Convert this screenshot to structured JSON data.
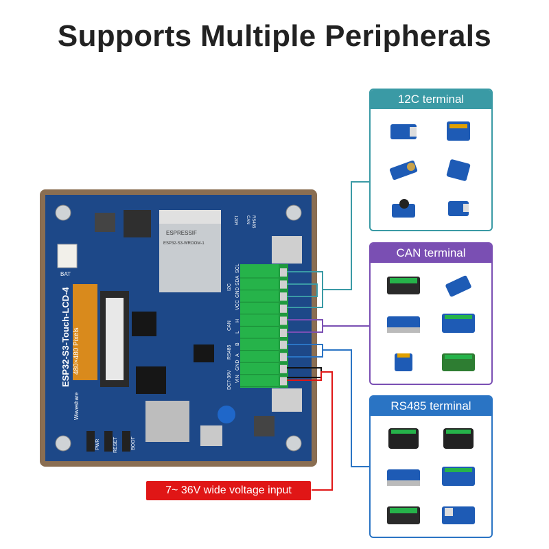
{
  "title": "Supports Multiple Peripherals",
  "board": {
    "model": "ESP32-S3-Touch-LCD-4",
    "resolution": "480×480 Pixels",
    "brand": "Waveshare",
    "chip": "ESPRESSIF",
    "chip_model": "ESP32-S3-WROOM-1",
    "bat_label": "BAT",
    "pin_labels": [
      "SCL",
      "SDA",
      "GND",
      "VCC",
      "H",
      "L",
      "B",
      "A",
      "GND",
      "VIN"
    ],
    "group_labels": [
      "I2C",
      "CAN",
      "RS485",
      "DC7-36V"
    ],
    "buttons": [
      "PWR",
      "RESET",
      "BOOT"
    ],
    "switch_labels": [
      "RS485",
      "CAN",
      "120R"
    ]
  },
  "panels": {
    "i2c": {
      "label": "12C terminal",
      "color": "#3a9aa5"
    },
    "can": {
      "label": "CAN terminal",
      "color": "#7a4fb3"
    },
    "rs485": {
      "label": "RS485 terminal",
      "color": "#2a74c4"
    }
  },
  "voltage": {
    "label": "7~ 36V wide voltage input",
    "color": "#e01616"
  }
}
